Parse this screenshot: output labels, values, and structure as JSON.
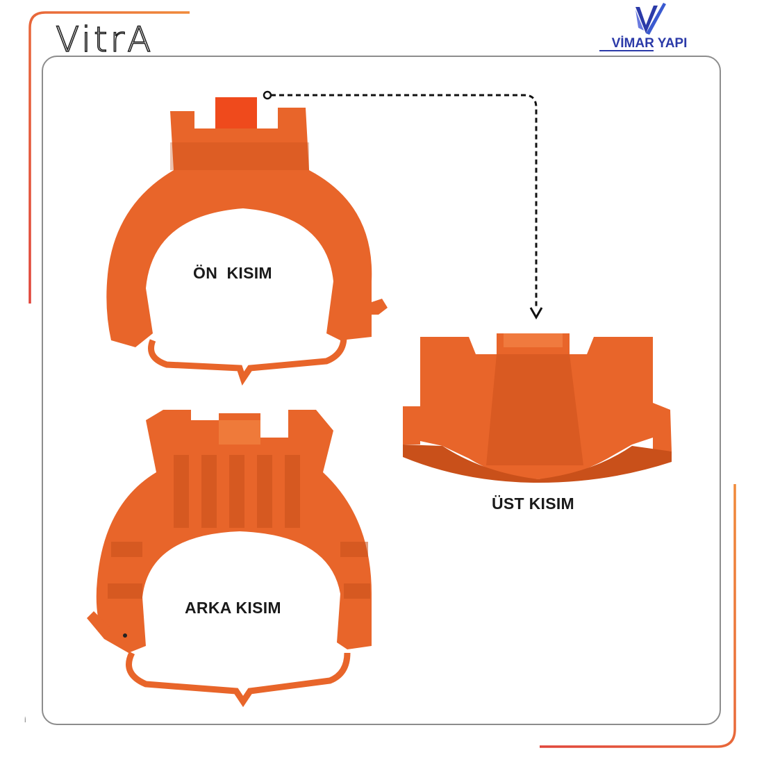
{
  "brand": {
    "left_logo_text": "VitrA",
    "right_logo_text": "VİMAR YAPI"
  },
  "labels": {
    "front": "ÖN  KISIM",
    "top": "ÜST KISIM",
    "back": "ARKA KISIM"
  },
  "stray_mark": "İ",
  "colors": {
    "part_orange": "#e8652a",
    "part_orange_dark": "#c9501a",
    "frame_red": "#e0453a",
    "frame_orange": "#f08a3a",
    "vimar_blue": "#2b3aa8",
    "panel_border": "#8c8c8c"
  },
  "icons": [
    "vitra-logo",
    "vimar-logo",
    "dashed-arrow-icon"
  ]
}
